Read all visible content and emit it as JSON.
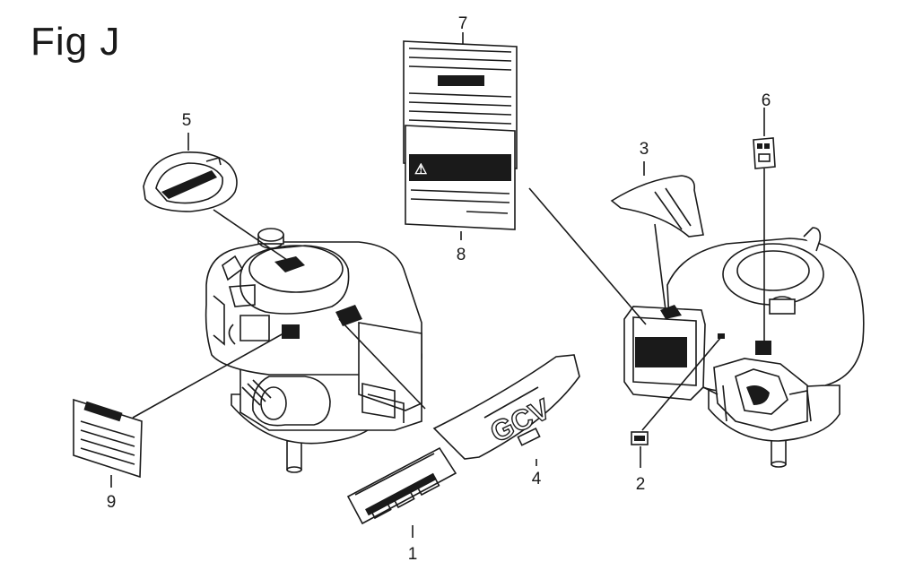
{
  "figure": {
    "title": "Fig J"
  },
  "callouts": [
    {
      "id": "c1",
      "label": "1"
    },
    {
      "id": "c2",
      "label": "2"
    },
    {
      "id": "c3",
      "label": "3"
    },
    {
      "id": "c4",
      "label": "4"
    },
    {
      "id": "c5",
      "label": "5"
    },
    {
      "id": "c6",
      "label": "6"
    },
    {
      "id": "c7",
      "label": "7"
    },
    {
      "id": "c8",
      "label": "8"
    },
    {
      "id": "c9",
      "label": "9"
    }
  ],
  "label_texts": {
    "model_mark": "GCV",
    "warning_mark": "⚠"
  }
}
